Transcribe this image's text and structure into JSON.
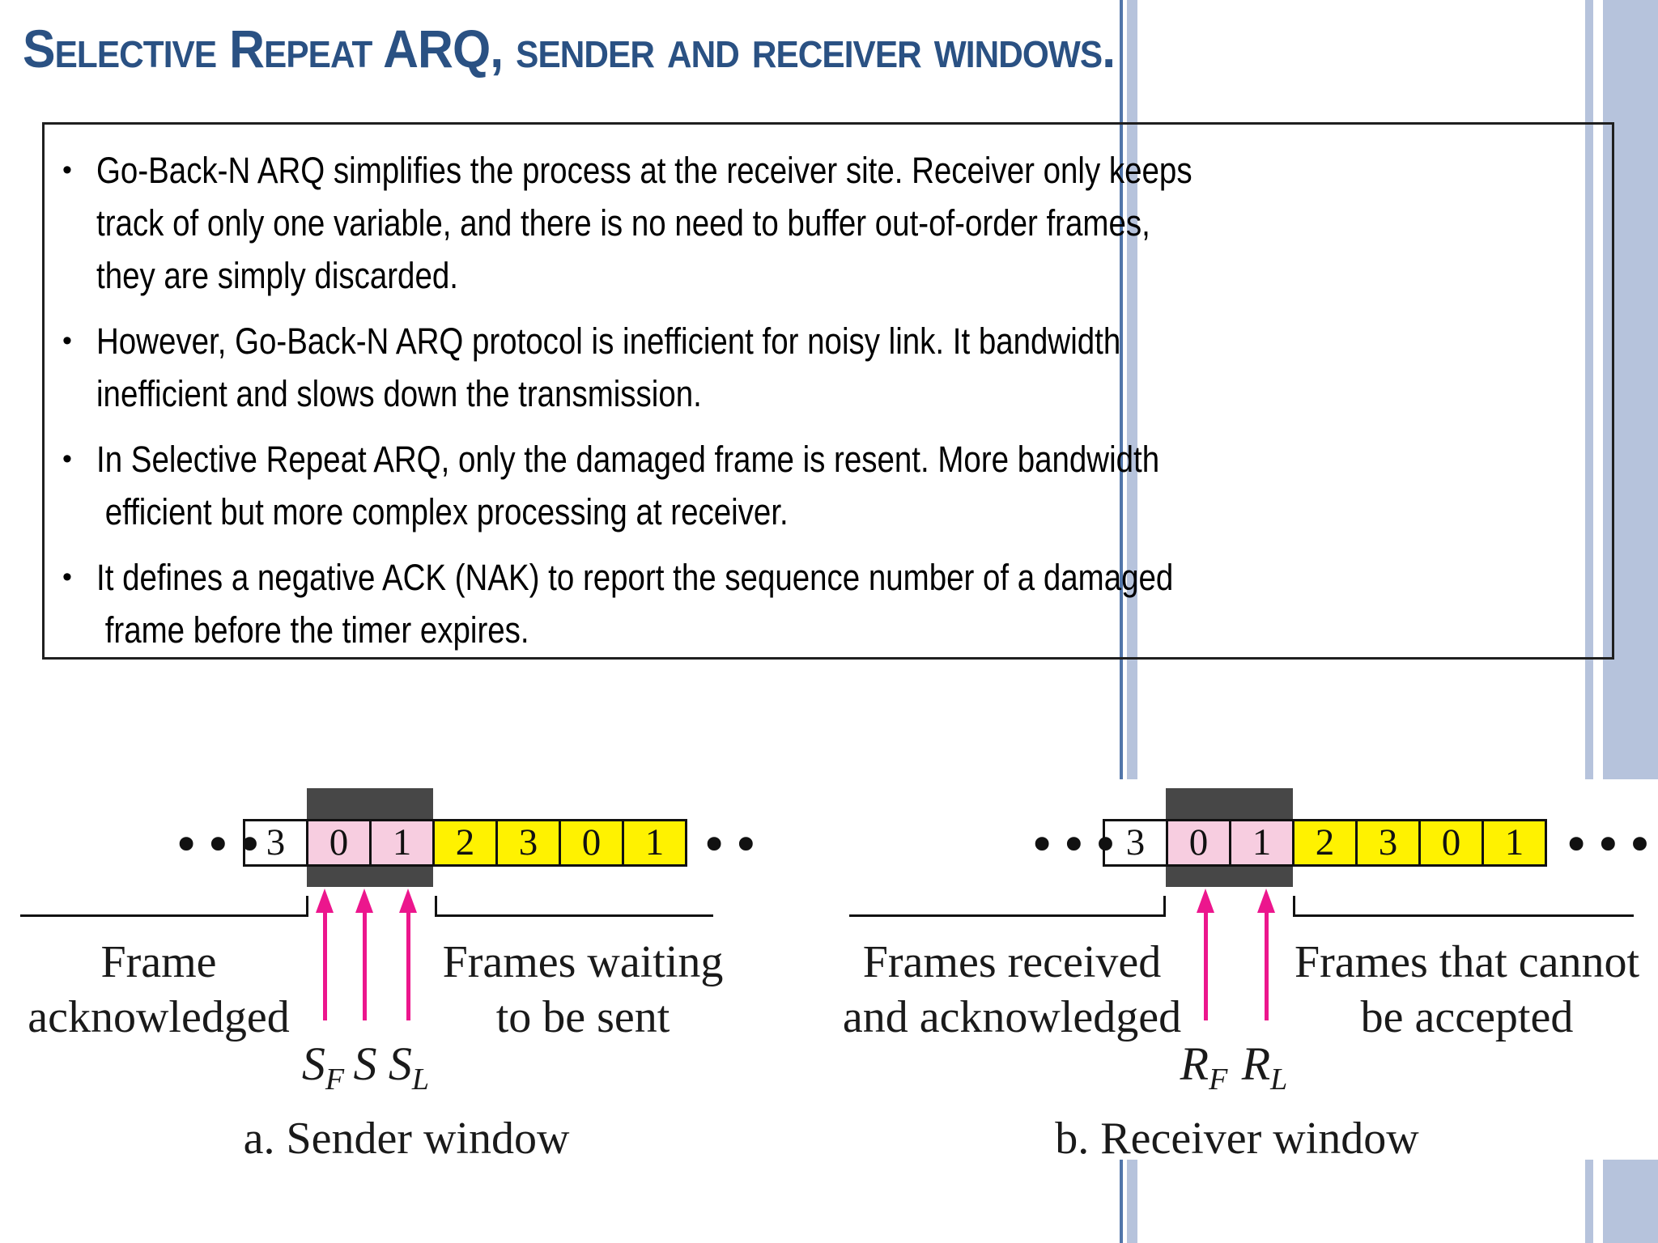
{
  "slide": {
    "title": "Selective Repeat ARQ, sender and receiver windows."
  },
  "bullets": [
    {
      "lines": [
        "Go-Back-N ARQ simplifies the process at the receiver site. Receiver only keeps",
        "track of only one variable, and there is no need to buffer out-of-order frames,",
        "they are simply discarded."
      ]
    },
    {
      "lines": [
        "However, Go-Back-N ARQ protocol is inefficient for noisy link. It bandwidth",
        "inefficient and slows down the transmission."
      ]
    },
    {
      "lines": [
        "In Selective Repeat ARQ, only the damaged frame is resent. More bandwidth",
        " efficient but more complex processing at receiver."
      ]
    },
    {
      "lines": [
        "It defines a negative ACK (NAK) to report the sequence number of a damaged",
        " frame before the timer expires."
      ]
    }
  ],
  "ellipsis": "•••",
  "figures": {
    "sender": {
      "caption": "a. Sender window",
      "cells": [
        {
          "value": "3",
          "color": "white"
        },
        {
          "value": "0",
          "color": "pink"
        },
        {
          "value": "1",
          "color": "pink"
        },
        {
          "value": "2",
          "color": "yellow"
        },
        {
          "value": "3",
          "color": "yellow"
        },
        {
          "value": "0",
          "color": "yellow"
        },
        {
          "value": "1",
          "color": "yellow"
        }
      ],
      "pointers": [
        {
          "base": "S",
          "sub": "F"
        },
        {
          "base": "S",
          "sub": ""
        },
        {
          "base": "S",
          "sub": "L"
        }
      ],
      "left_label": [
        "Frame",
        "acknowledged"
      ],
      "right_label": [
        "Frames waiting",
        "to be sent"
      ]
    },
    "receiver": {
      "caption": "b. Receiver window",
      "cells": [
        {
          "value": "3",
          "color": "white"
        },
        {
          "value": "0",
          "color": "pink"
        },
        {
          "value": "1",
          "color": "pink"
        },
        {
          "value": "2",
          "color": "yellow"
        },
        {
          "value": "3",
          "color": "yellow"
        },
        {
          "value": "0",
          "color": "yellow"
        },
        {
          "value": "1",
          "color": "yellow"
        }
      ],
      "pointers": [
        {
          "base": "R",
          "sub": "F"
        },
        {
          "base": "R",
          "sub": "L"
        }
      ],
      "left_label": [
        "Frames received",
        "and acknowledged"
      ],
      "right_label": [
        "Frames that cannot",
        "be accepted"
      ]
    }
  },
  "colors": {
    "title_blue": "#2a5183",
    "body_text": "#000000",
    "box_border": "#1f1f1f",
    "cell_white": "#ffffff",
    "cell_pink": "#f7cde0",
    "cell_yellow": "#fff200",
    "window_band_gray": "#474747",
    "pointer_magenta": "#ec168d",
    "stripe_light_blue": "#b6c3dc",
    "stripe_dark_blue": "#5276aa"
  }
}
